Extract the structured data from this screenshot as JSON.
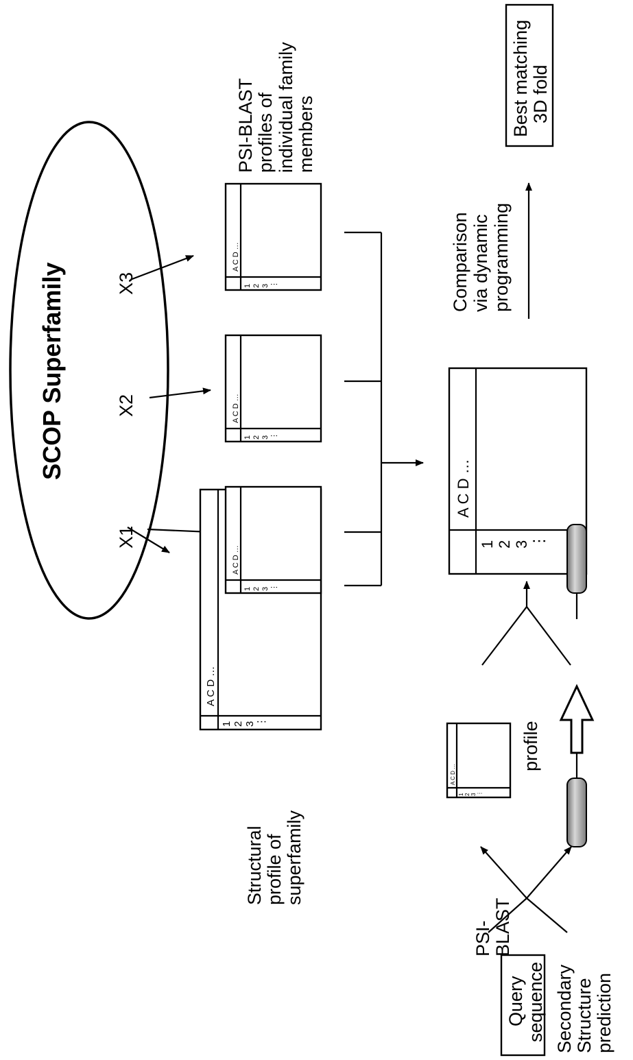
{
  "superfamily": {
    "title": "SCOP Superfamily",
    "members": [
      "X1",
      "X2",
      "X3"
    ]
  },
  "labels": {
    "psi_profiles": [
      "PSI-BLAST",
      "profiles of",
      "individual family",
      "members"
    ],
    "best_fold": [
      "Best matching",
      "3D fold"
    ],
    "comparison": [
      "Comparison",
      "via dynamic",
      "programming"
    ],
    "structural_profile": [
      "Structural",
      "profile of",
      "superfamily"
    ],
    "query": [
      "Query",
      "sequence"
    ],
    "psi_blast": [
      "PSI-",
      "BLAST"
    ],
    "secondary": [
      "Secondary",
      "Structure",
      "prediction"
    ],
    "profile": "profile"
  },
  "matrix": {
    "cols": "A C D …",
    "rows": [
      "1",
      "2",
      "3",
      "⋮"
    ]
  }
}
